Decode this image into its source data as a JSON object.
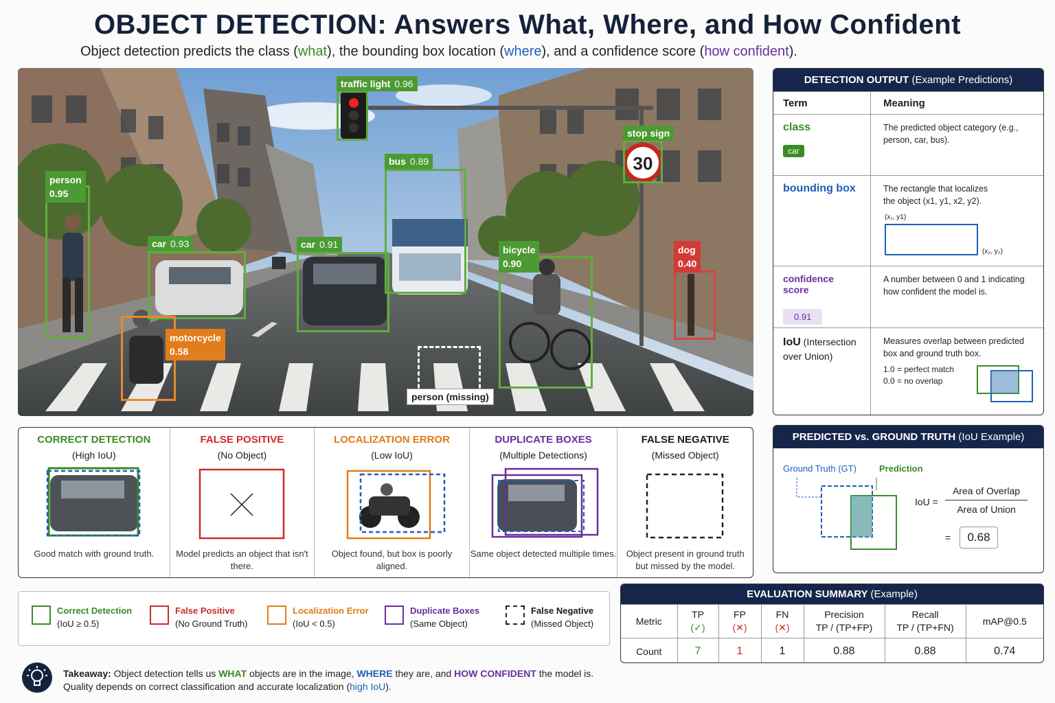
{
  "header": {
    "title": "OBJECT DETECTION: Answers What, Where, and How Confident",
    "subtitle_parts": [
      "Object detection predicts the class (",
      "what",
      "), the bounding box location (",
      "where",
      "), and a confidence score (",
      "how confident",
      ")."
    ]
  },
  "scene": {
    "detections": [
      {
        "label": "traffic light",
        "score": "0.96"
      },
      {
        "label": "stop sign",
        "score": ""
      },
      {
        "label": "bus",
        "score": "0.89"
      },
      {
        "label": "person",
        "score": "0.95"
      },
      {
        "label": "car",
        "score": "0.93"
      },
      {
        "label": "car",
        "score": "0.91"
      },
      {
        "label": "bicycle",
        "score": "0.90"
      },
      {
        "label": "dog",
        "score": "0.40"
      },
      {
        "label": "motorcycle",
        "score": "0.58"
      },
      {
        "label": "person (missing)",
        "score": ""
      }
    ],
    "sign_value": "30"
  },
  "detection_output": {
    "title": "DETECTION OUTPUT",
    "title_note": "(Example Predictions)",
    "col_term": "Term",
    "col_meaning": "Meaning",
    "rows": [
      {
        "term": "class",
        "chip": "car",
        "meaning": "The predicted object category (e.g., person, car, bus)."
      },
      {
        "term": "bounding box",
        "meaning": "The rectangle that localizes the object (x1, y1, x2, y2).",
        "tl": "(x₁, y1)",
        "br": "(x₂, y₂)"
      },
      {
        "term": "confidence score",
        "chip": "0.91",
        "meaning": "A number between 0 and 1 indicating how confident the model is."
      },
      {
        "term": "IoU",
        "term_note": "(Intersection over Union)",
        "meaning": "Measures overlap between predicted box and ground truth box.",
        "m1": "1.0 = perfect match",
        "m2": "0.0 = no overlap"
      }
    ]
  },
  "errors": [
    {
      "title": "CORRECT DETECTION",
      "sub": "(High IoU)",
      "desc": "Good match with ground truth."
    },
    {
      "title": "FALSE POSITIVE",
      "sub": "(No Object)",
      "desc": "Model predicts an object that isn't there."
    },
    {
      "title": "LOCALIZATION ERROR",
      "sub": "(Low IoU)",
      "desc": "Object found, but box is poorly aligned."
    },
    {
      "title": "DUPLICATE BOXES",
      "sub": "(Multiple Detections)",
      "desc": "Same object detected multiple times."
    },
    {
      "title": "FALSE NEGATIVE",
      "sub": "(Missed Object)",
      "desc": "Object present in ground truth but missed by the model."
    }
  ],
  "legend": [
    {
      "name": "Correct Detection",
      "note": "(IoU ≥ 0.5)",
      "color": "#3a8a26"
    },
    {
      "name": "False Positive",
      "note": "(No Ground Truth)",
      "color": "#cc2b2b"
    },
    {
      "name": "Localization Error",
      "note": "(IoU < 0.5)",
      "color": "#e07b16"
    },
    {
      "name": "Duplicate Boxes",
      "note": "(Same Object)",
      "color": "#6a2e9e"
    },
    {
      "name": "False Negative",
      "note": "(Missed Object)",
      "color": "#222222"
    }
  ],
  "iou_example": {
    "title": "PREDICTED vs. GROUND TRUTH",
    "title_note": "(IoU Example)",
    "gt_label": "Ground Truth (GT)",
    "pred_label": "Prediction",
    "formula_lhs": "IoU =",
    "numerator": "Area of Overlap",
    "denominator": "Area of Union",
    "equals": "=",
    "value": "0.68"
  },
  "evaluation": {
    "title": "EVALUATION SUMMARY",
    "title_note": "(Example)",
    "headers": [
      {
        "top": "Metric",
        "bottom": ""
      },
      {
        "top": "TP",
        "bottom": "(✓)"
      },
      {
        "top": "FP",
        "bottom": "(✕)"
      },
      {
        "top": "FN",
        "bottom": "(✕)"
      },
      {
        "top": "Precision",
        "bottom": "TP / (TP+FP)"
      },
      {
        "top": "Recall",
        "bottom": "TP / (TP+FN)"
      },
      {
        "top": "mAP@0.5",
        "bottom": ""
      }
    ],
    "row_label": "Count",
    "values": [
      "7",
      "1",
      "1",
      "0.88",
      "0.88",
      "0.74"
    ]
  },
  "takeaway": {
    "lead": "Takeaway:",
    "t1": " Object detection tells us ",
    "what": "WHAT",
    "t2": " objects are in the image, ",
    "where": "WHERE",
    "t3": " they are, and ",
    "how": "HOW CONFIDENT",
    "t4": " the model is.",
    "line2": "Quality depends on correct classification and accurate localization (",
    "high": "high IoU",
    "line2_end": ")."
  },
  "colors": {
    "green": "#3a8a26",
    "blue": "#1d5fb8",
    "purple": "#6a2e9e",
    "red": "#cc2b2b",
    "orange": "#e07b16",
    "navy": "#16264a"
  }
}
